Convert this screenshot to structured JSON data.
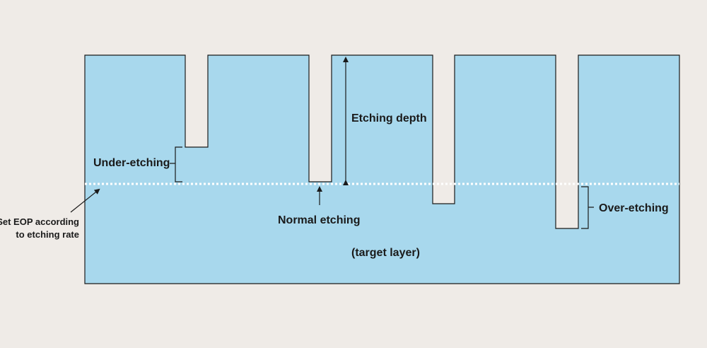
{
  "colors": {
    "background": "#efebe7",
    "layer_fill": "#a8d8ed",
    "outline": "#1a1a1a",
    "eop_line": "#ffffff"
  },
  "labels": {
    "etching_depth": "Etching depth",
    "under_etching": "Under-etching",
    "normal_etching": "Normal etching",
    "over_etching": "Over-etching",
    "target_layer": "(target layer)",
    "eop_line1": "Set EOP according",
    "eop_line2": "to etching rate"
  }
}
